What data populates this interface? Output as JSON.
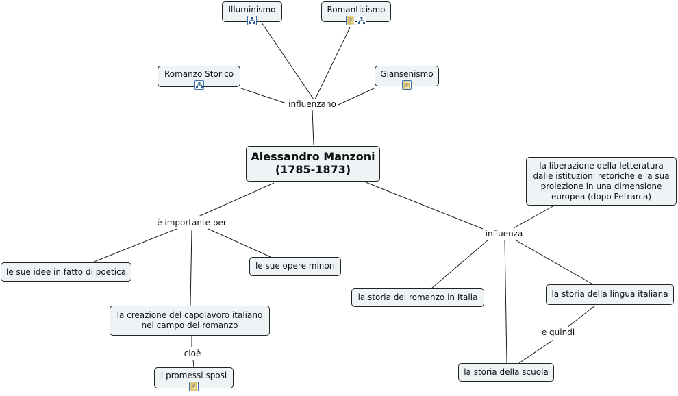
{
  "concepts": {
    "illuminismo": "Illuminismo",
    "romanticismo": "Romanticismo",
    "romanzo_storico": "Romanzo Storico",
    "giansenismo": "Giansenismo",
    "manzoni_line1": "Alessandro Manzoni",
    "manzoni_line2": "(1785-1873)",
    "liberazione_line1": "la liberazione della letteratura",
    "liberazione_line2": "dalle istituzioni retoriche e la sua",
    "liberazione_line3": "proiezione in una dimensione",
    "liberazione_line4": "europea (dopo Petrarca)",
    "idee_poetica": "le sue idee in fatto di poetica",
    "opere_minori": "le sue opere minori",
    "capolavoro_line1": "la creazione del capolavoro italiano",
    "capolavoro_line2": "nel campo del romanzo",
    "promessi_sposi": "I promessi sposi",
    "storia_romanzo": "la storia del romanzo in Italia",
    "storia_lingua": "la storia della lingua italiana",
    "storia_scuola": "la storia della scuola"
  },
  "phrases": {
    "influenzano": "influenzano",
    "importante_per": "è importante per",
    "influenza": "influenza",
    "cioe": "cioè",
    "e_quindi": "e quindi"
  },
  "icon_colors": {
    "border": "#3a6ea5",
    "submap": "#2a5a8a",
    "document": "#c9a227"
  }
}
